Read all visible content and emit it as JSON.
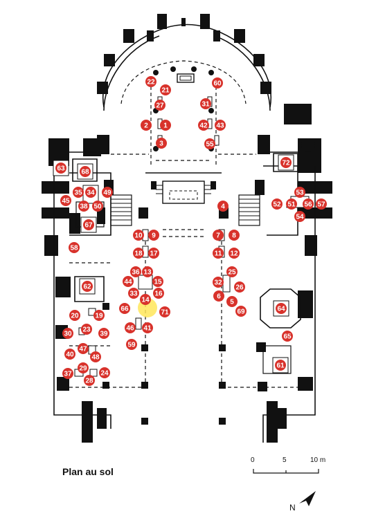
{
  "title": "Plan au sol",
  "scale": {
    "labels": [
      "0",
      "5",
      "10 m"
    ]
  },
  "north_label": "N",
  "colors": {
    "marker": "#d8322b",
    "walls": "#111111",
    "highlight": "#ffe65a"
  },
  "markers": [
    "1",
    "2",
    "3",
    "4",
    "5",
    "6",
    "7",
    "8",
    "9",
    "10",
    "11",
    "12",
    "13",
    "14",
    "15",
    "16",
    "17",
    "18",
    "19",
    "20",
    "21",
    "22",
    "23",
    "24",
    "25",
    "26",
    "27",
    "28",
    "29",
    "30",
    "31",
    "32",
    "33",
    "34",
    "35",
    "36",
    "37",
    "38",
    "39",
    "40",
    "41",
    "42",
    "43",
    "44",
    "45",
    "46",
    "47",
    "48",
    "49",
    "50",
    "51",
    "52",
    "53",
    "54",
    "55",
    "56",
    "57",
    "58",
    "59",
    "60",
    "65",
    "66",
    "69",
    "71"
  ],
  "tags": [
    "61",
    "62",
    "63",
    "64",
    "67",
    "68",
    "72"
  ]
}
